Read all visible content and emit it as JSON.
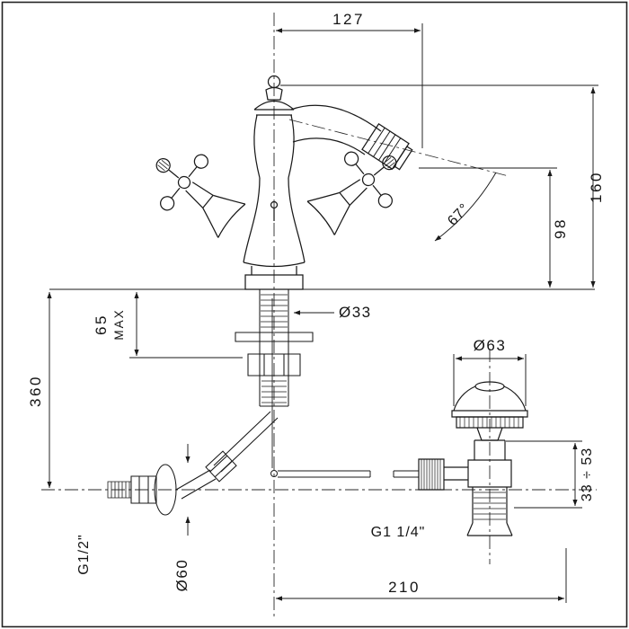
{
  "drawing": {
    "colors": {
      "line": "#1a1a1a",
      "background": "#ffffff"
    },
    "dimensions": {
      "spout_projection": "127",
      "overall_height": "160",
      "spout_height": "98",
      "spout_angle": "67°",
      "shank_diameter": "Ø33",
      "max_thickness": "65",
      "max_label": "MAX",
      "supply_drop": "360",
      "waste_flange_diameter": "Ø63",
      "waste_adjustment": "33 ÷ 53",
      "supply_thread": "G1/2\"",
      "wall_flange_diameter": "Ø60",
      "waste_thread": "G1 1/4\"",
      "centre_distance": "210"
    }
  }
}
